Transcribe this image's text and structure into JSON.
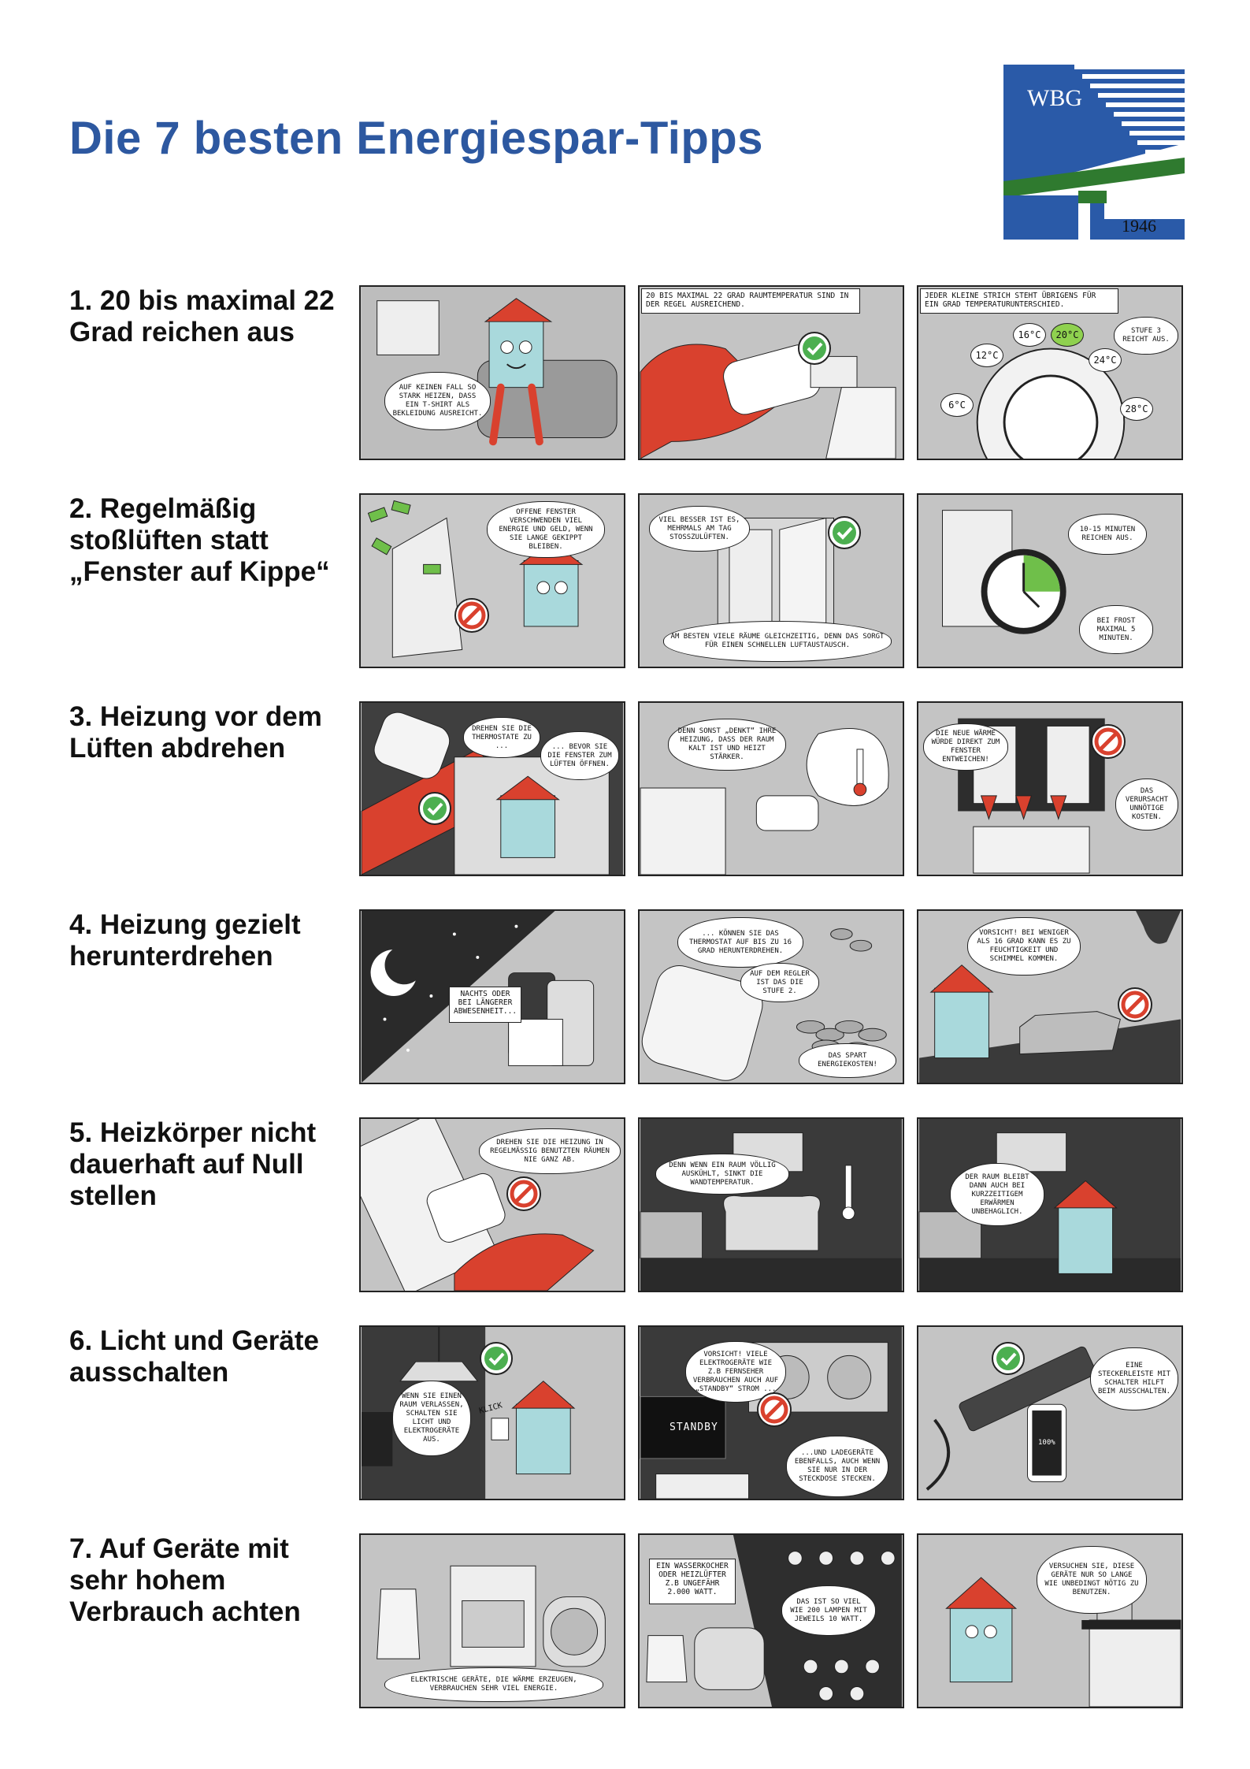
{
  "title": "Die 7 besten Energiespar-Tipps",
  "logo": {
    "text": "WBG",
    "year": "1946"
  },
  "colors": {
    "title": "#2d58a0",
    "accent_red": "#d9412e",
    "check_green": "#4caf50",
    "house_blue": "#a9d9dc"
  },
  "tips": [
    {
      "heading": "1. 20 bis maximal 22 Grad reichen aus",
      "panel1": {
        "bubble": "AUF KEINEN FALL SO STARK HEIZEN, DASS EIN T-SHIRT ALS BEKLEIDUNG AUSREICHT."
      },
      "panel2": {
        "caption": "20 BIS MAXIMAL 22 GRAD RAUMTEMPERATUR SIND IN DER REGEL AUSREICHEND."
      },
      "panel3": {
        "caption": "JEDER KLEINE STRICH STEHT ÜBRIGENS FÜR EIN GRAD TEMPERATURUNTERSCHIED.",
        "temps": [
          "6°C",
          "12°C",
          "16°C",
          "20°C",
          "24°C",
          "28°C"
        ],
        "bubble": "STUFE 3 REICHT AUS."
      }
    },
    {
      "heading": "2. Regelmäßig stoßlüften statt „Fenster auf Kippe“",
      "panel1": {
        "bubble": "OFFENE FENSTER VERSCHWENDEN VIEL ENERGIE UND GELD, WENN SIE LANGE GEKIPPT BLEIBEN."
      },
      "panel2": {
        "bubble": "VIEL BESSER IST ES, MEHRMALS AM TAG STOSSZULÜFTEN.",
        "bubble2": "AM BESTEN VIELE RÄUME GLEICHZEITIG, DENN DAS SORGT FÜR EINEN SCHNELLEN LUFTAUSTAUSCH."
      },
      "panel3": {
        "bubble": "10-15 MINUTEN REICHEN AUS.",
        "bubble2": "BEI FROST MAXIMAL 5 MINUTEN."
      }
    },
    {
      "heading": "3. Heizung vor dem Lüften abdrehen",
      "panel1": {
        "bubble": "DREHEN SIE DIE THERMOSTATE ZU ...",
        "bubble2": "... BEVOR SIE DIE FENSTER ZUM LÜFTEN ÖFFNEN."
      },
      "panel2": {
        "bubble": "DENN SONST „DENKT“ IHRE HEIZUNG, DASS DER RAUM KALT IST UND HEIZT STÄRKER."
      },
      "panel3": {
        "bubble": "DIE NEUE WÄRME WÜRDE DIREKT ZUM FENSTER ENTWEICHEN!",
        "bubble2": "DAS VERURSACHT UNNÖTIGE KOSTEN."
      }
    },
    {
      "heading": "4. Heizung gezielt herunterdrehen",
      "panel1": {
        "caption": "NACHTS ODER BEI LÄNGERER ABWESENHEIT..."
      },
      "panel2": {
        "bubble": "... KÖNNEN SIE DAS THERMOSTAT AUF BIS ZU 16 GRAD HERUNTERDREHEN.",
        "bubble2": "AUF DEM REGLER IST DAS DIE STUFE 2.",
        "bubble3": "DAS SPART ENERGIEKOSTEN!"
      },
      "panel3": {
        "bubble": "VORSICHT! BEI WENIGER ALS 16 GRAD KANN ES ZU FEUCHTIGKEIT UND SCHIMMEL KOMMEN."
      }
    },
    {
      "heading": "5. Heizkörper nicht dauerhaft auf Null stellen",
      "panel1": {
        "bubble": "DREHEN SIE DIE HEIZUNG IN REGELMÄSSIG BENUTZTEN RÄUMEN NIE GANZ AB."
      },
      "panel2": {
        "bubble": "DENN WENN EIN RAUM VÖLLIG AUSKÜHLT, SINKT DIE WANDTEMPERATUR."
      },
      "panel3": {
        "bubble": "DER RAUM BLEIBT DANN AUCH BEI KURZZEITIGEM ERWÄRMEN UNBEHAGLICH."
      }
    },
    {
      "heading": "6. Licht und Geräte ausschalten",
      "panel1": {
        "bubble": "WENN SIE EINEN RAUM VERLASSEN, SCHALTEN SIE LICHT UND ELEKTROGERÄTE AUS.",
        "sound": "KLICK"
      },
      "panel2": {
        "bubble": "VORSICHT! VIELE ELEKTROGERÄTE WIE Z.B FERNSEHER VERBRAUCHEN AUCH AUF „STANDBY“ STROM ...",
        "screen": "STANDBY",
        "bubble2": "...UND LADEGERÄTE EBENFALLS, AUCH WENN SIE NUR IN DER STECKDOSE STECKEN."
      },
      "panel3": {
        "bubble": "EINE STECKERLEISTE MIT SCHALTER HILFT BEIM AUSSCHALTEN.",
        "battery": "100%"
      }
    },
    {
      "heading": "7. Auf Geräte mit sehr hohem Verbrauch achten",
      "panel1": {
        "caption": "ELEKTRISCHE GERÄTE, DIE WÄRME ERZEUGEN, VERBRAUCHEN SEHR VIEL ENERGIE."
      },
      "panel2": {
        "caption": "EIN WASSERKOCHER ODER HEIZLÜFTER Z.B UNGEFÄHR 2.000 WATT.",
        "bubble": "DAS IST SO VIEL WIE 200 LAMPEN MIT JEWEILS 10 WATT."
      },
      "panel3": {
        "bubble": "VERSUCHEN SIE, DIESE GERÄTE NUR SO LANGE WIE UNBEDINGT NÖTIG ZU BENUTZEN."
      }
    }
  ]
}
